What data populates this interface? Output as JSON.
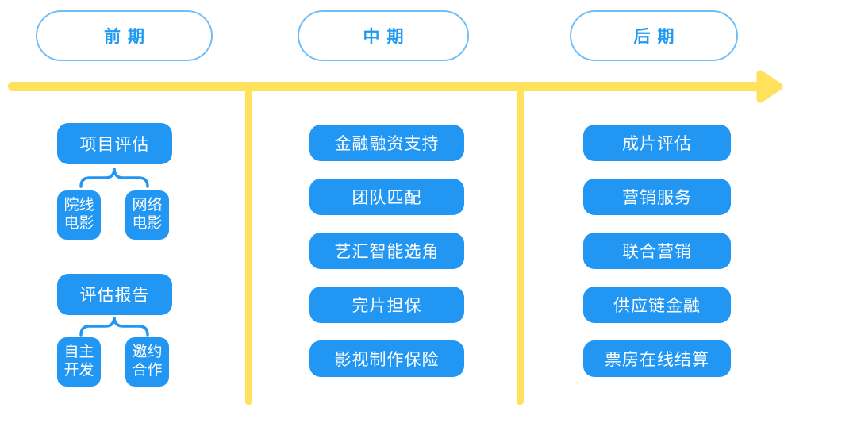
{
  "phases": [
    {
      "id": "early",
      "label": "前期"
    },
    {
      "id": "mid",
      "label": "中期"
    },
    {
      "id": "late",
      "label": "后期"
    }
  ],
  "early": {
    "groups": [
      {
        "parent": "项目评估",
        "children": [
          "院线\n电影",
          "网络\n电影"
        ]
      },
      {
        "parent": "评估报告",
        "children": [
          "自主\n开发",
          "邀约\n合作"
        ]
      }
    ]
  },
  "mid": {
    "items": [
      "金融融资支持",
      "团队匹配",
      "艺汇智能选角",
      "完片担保",
      "影视制作保险"
    ]
  },
  "late": {
    "items": [
      "成片评估",
      "营销服务",
      "联合营销",
      "供应链金融",
      "票房在线结算"
    ]
  },
  "colors": {
    "box_blue": "#2196F3",
    "pill_border": "#6FBFF7",
    "pill_text": "#1E9AF1",
    "timeline_yellow": "#FFE15C",
    "background": "#FFFFFF"
  }
}
